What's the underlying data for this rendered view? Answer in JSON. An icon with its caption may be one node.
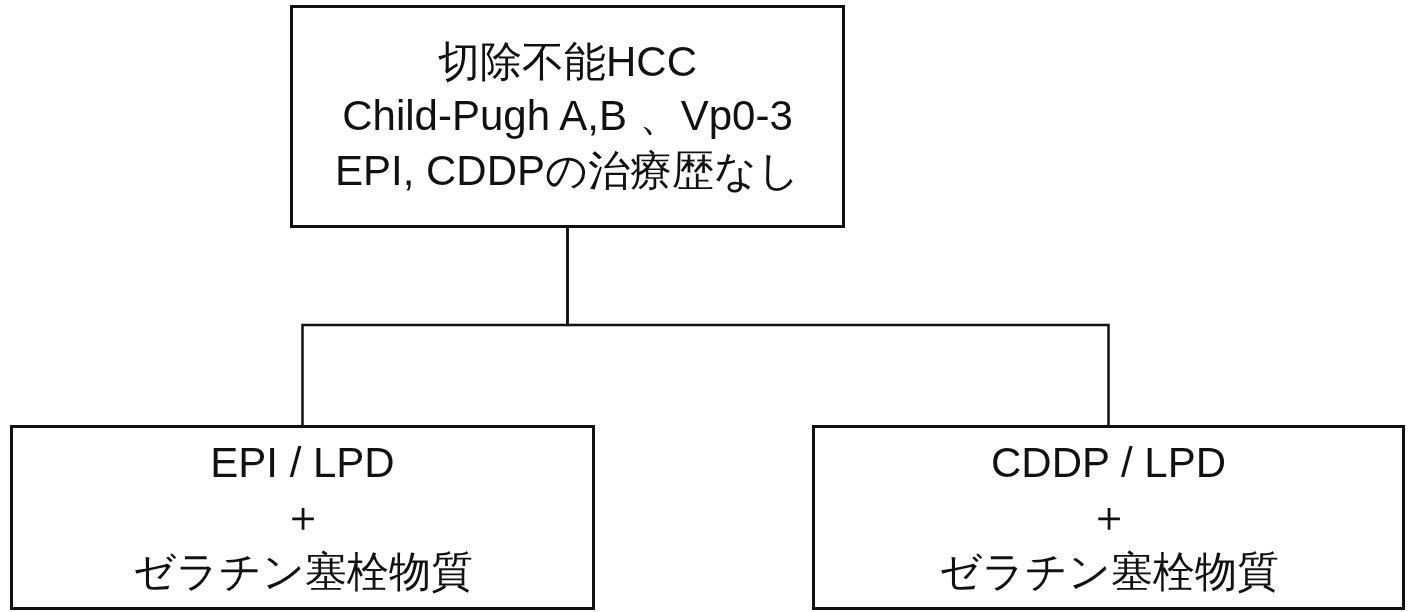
{
  "diagram": {
    "nodes": [
      {
        "text": [
          "切除不能HCC",
          "Child-Pugh A,B 、Vp0-3",
          "EPI, CDDPの治療歴なし"
        ]
      },
      {
        "text": [
          "EPI / LPD",
          "＋",
          "ゼラチン塞栓物質"
        ]
      },
      {
        "text": [
          "CDDP / LPD",
          "＋",
          "ゼラチン塞栓物質"
        ]
      }
    ],
    "edges": [
      {
        "from": 0,
        "to": 1,
        "arrow": "none"
      },
      {
        "from": 0,
        "to": 2,
        "arrow": "none"
      }
    ]
  }
}
